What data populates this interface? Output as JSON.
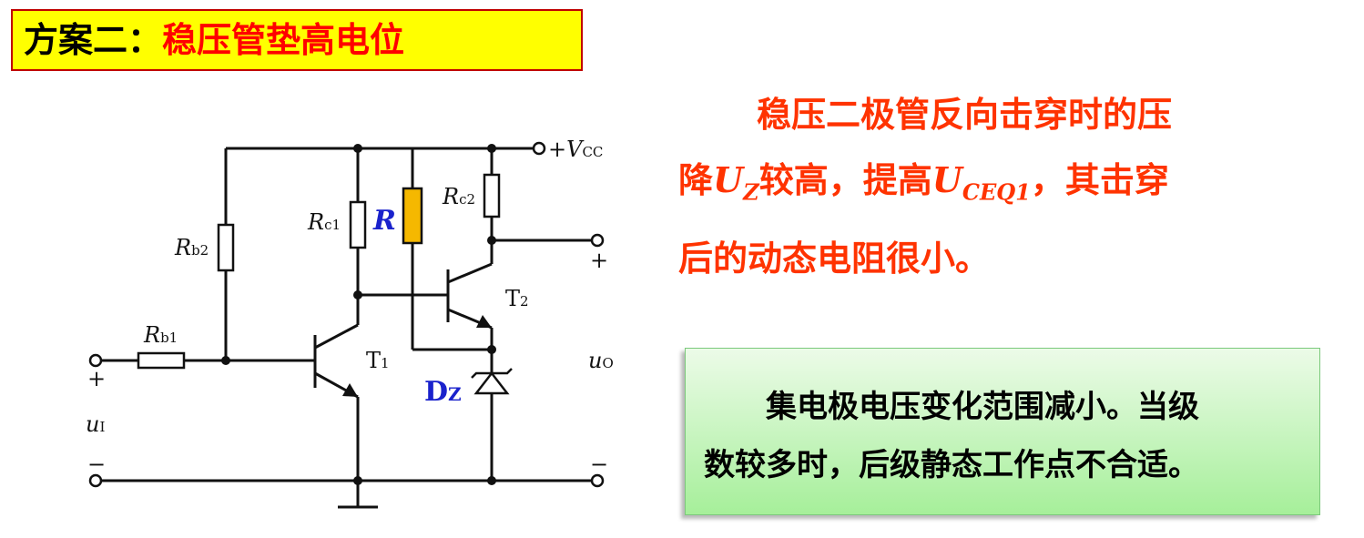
{
  "title": {
    "prefix": "方案二",
    "separator": "：",
    "main": "稳压管垫高电位"
  },
  "paragraph1": {
    "line1": "稳压二极管反向击穿时的压",
    "line2_a": "降",
    "uz_main": "U",
    "uz_sub": "Z",
    "line2_b": "较高，提高",
    "uceq_main": "U",
    "uceq_sub": "CEQ1",
    "line2_c": "，其击穿",
    "line3": "后的动态电阻很小。"
  },
  "green_box": {
    "line1": "集电极电压变化范围减小。当级",
    "line2": "数较多时，后级静态工作点不合适。"
  },
  "circuit": {
    "vcc_plus": "+",
    "vcc_main": "V",
    "vcc_sub": "CC",
    "rb2_main": "R",
    "rb2_sub": "b2",
    "rc1_main": "R",
    "rc1_sub": "c1",
    "r_label": "R",
    "rc2_main": "R",
    "rc2_sub": "c2",
    "rb1_main": "R",
    "rb1_sub": "b1",
    "t1_main": "T",
    "t1_sub": "1",
    "t2_main": "T",
    "t2_sub": "2",
    "dz_main": "D",
    "dz_sub": "Z",
    "ui_main": "u",
    "ui_sub": "I",
    "uo_main": "u",
    "uo_sub": "O",
    "in_plus": "+",
    "in_minus": "−",
    "out_plus": "+",
    "out_minus": "−"
  },
  "colors": {
    "title_bg": "#ffff00",
    "title_border": "#c00000",
    "title_text": "#ff0000",
    "paragraph_text": "#ff3300",
    "label_blue": "#1a22cc",
    "resistor_r_fill": "#f5b800"
  }
}
